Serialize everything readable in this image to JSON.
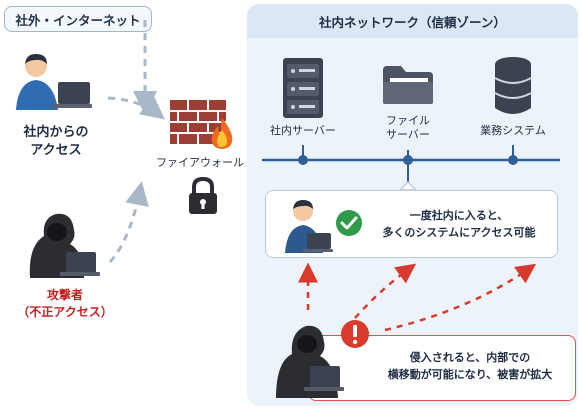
{
  "outside": {
    "label": "社外・インターネット"
  },
  "zone": {
    "title": "社内ネットワーク（信頼ゾーン）"
  },
  "nodes": {
    "internal_user": {
      "label_line1": "社内からの",
      "label_line2": "アクセス"
    },
    "attacker": {
      "label_line1": "攻撃者",
      "label_line2": "（不正アクセス）"
    },
    "firewall": {
      "label": "ファイアウォール"
    },
    "internal_server": {
      "label": "社内サーバー"
    },
    "file_server": {
      "label_line1": "ファイル",
      "label_line2": "サーバー"
    },
    "business_system": {
      "label": "業務システム"
    }
  },
  "callout": {
    "line1": "一度社内に入ると、",
    "line2": "多くのシステムにアクセス可能"
  },
  "warning": {
    "line1": "侵入されると、内部での",
    "line2": "横移動が可能になり、被害が拡大"
  },
  "colors": {
    "accent_blue": "#2f5f98",
    "danger_red": "#d83a2e",
    "success_green": "#2f9a4a",
    "firewall_brick": "#9b3f35",
    "dark_figure": "#2b2d33"
  }
}
